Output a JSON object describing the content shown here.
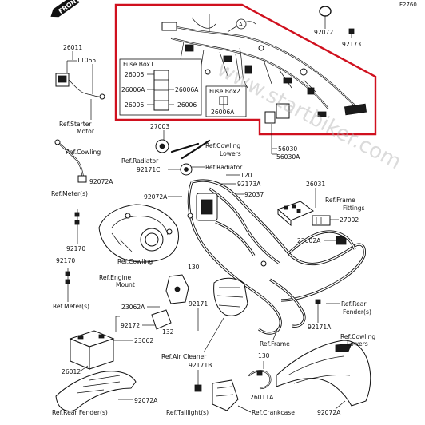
{
  "figure_code": "F2760",
  "front_label": "FRONT",
  "watermark": "www.startbiker.com",
  "highlight_color": "#d0101e",
  "fuse_box_1": {
    "title": "Fuse Box1",
    "left_parts": [
      "26006",
      "26006A",
      "26006"
    ],
    "right_parts": [
      "26006A",
      "26006"
    ]
  },
  "fuse_box_2": {
    "title": "Fuse Box2",
    "part": "26006A"
  },
  "ref_label_a": "A",
  "part_numbers": {
    "p92072_top": "92072",
    "p92173": "92173",
    "p26011": "26011",
    "p11065": "11065",
    "p27003": "27003",
    "p56030": "56030",
    "p56030A": "56030A",
    "p92072A_left": "92072A",
    "p92171C": "92171C",
    "p120": "120",
    "p92173A": "92173A",
    "p92072A_mid": "92072A",
    "p92037": "92037",
    "p26031": "26031",
    "p27002": "27002",
    "p27002A": "27002A",
    "p92170_a": "92170",
    "p92170_b": "92170",
    "p130_mid": "130",
    "p23062A": "23062A",
    "p92172": "92172",
    "p132": "132",
    "p23062": "23062",
    "p92171_mid": "92171",
    "p92171A": "92171A",
    "p26012": "26012",
    "p92171B": "92171B",
    "p130_low": "130",
    "p92072A_lowleft": "92072A",
    "p26011A": "26011A",
    "p92072A_lowright": "92072A"
  },
  "refs": {
    "starter_motor_1": "Ref.Starter",
    "starter_motor_2": "Motor",
    "cowling_1": "Ref.Cowling",
    "cowling_lowers_top_1": "Ref.Cowling",
    "cowling_lowers_top_2": "Lowers",
    "radiator_left": "Ref.Radiator",
    "radiator_right": "Ref.Radiator",
    "meter_top": "Ref.Meter(s)",
    "frame_fittings_1": "Ref.Frame",
    "frame_fittings_2": "Fittings",
    "cowling_mid": "Ref.Cowling",
    "engine_mount_1": "Ref.Engine",
    "engine_mount_2": "Mount",
    "meter_bottom": "Ref.Meter(s)",
    "rear_fender_right_1": "Ref.Rear",
    "rear_fender_right_2": "Fender(s)",
    "cowling_lowers_bottom_1": "Ref.Cowling",
    "cowling_lowers_bottom_2": "Lowers",
    "frame": "Ref.Frame",
    "air_cleaner": "Ref.Air Cleaner",
    "rear_fender_left": "Ref.Rear Fender(s)",
    "taillight": "Ref.Taillight(s)",
    "crankcase": "Ref.Crankcase"
  }
}
